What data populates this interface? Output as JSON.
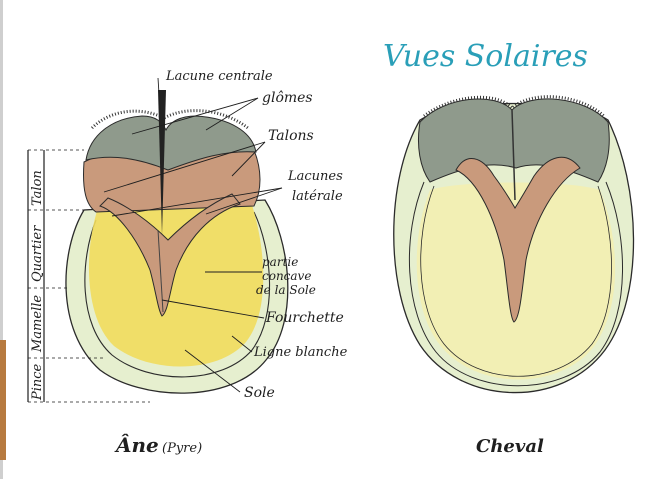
{
  "title": "Vues Solaires",
  "donkey": {
    "caption": "Âne",
    "caption_note": "(Pyre)",
    "labels": {
      "lacune_centrale": "Lacune centrale",
      "glomes": "glômes",
      "talons": "Talons",
      "lacunes_laterale": [
        "Lacunes",
        "latérale"
      ],
      "partie_concave": [
        "partie",
        "concave",
        "de la Sole"
      ],
      "fourchette": "Fourchette",
      "ligne_blanche": "Ligne blanche",
      "sole": "Sole"
    },
    "zones": [
      "Talon",
      "Quartier",
      "Mamelle",
      "Pince"
    ]
  },
  "horse": {
    "caption": "Cheval"
  },
  "colors": {
    "title": "#2a9fb8",
    "glomes": "#8f9a8c",
    "fourchette": "#c99a7c",
    "sole": "#f1dc5c",
    "wall": "#e6efcf",
    "horse_sole": "#f2efb4"
  }
}
